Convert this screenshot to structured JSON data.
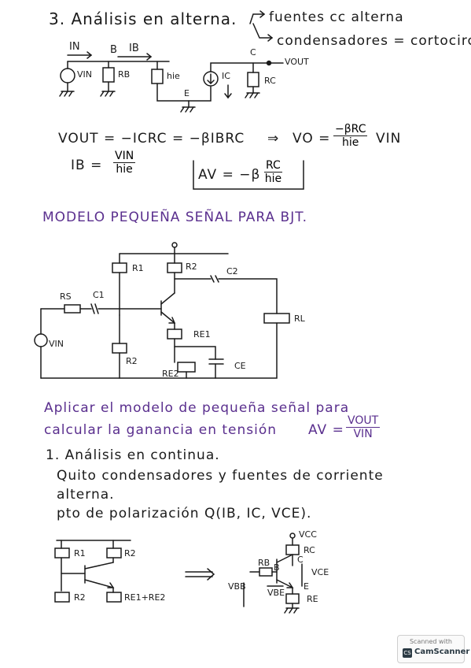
{
  "section3": {
    "title": "3. Análisis en alterna.",
    "note1": "fuentes cc alterna",
    "note2": "condensadores = cortocirc"
  },
  "circuit1": {
    "lbl_in": "IN",
    "lbl_b": "B",
    "lbl_ib": "IB",
    "lbl_vin": "VIN",
    "lbl_rb": "RB",
    "lbl_hie": "hie",
    "lbl_e": "E",
    "lbl_c": "C",
    "lbl_vout": "VOUT",
    "lbl_ic": "IC",
    "lbl_rc": "RC"
  },
  "eq": {
    "vout": "VOUT = −ICRC = −βIBRC",
    "arrow": "⇒",
    "vo": "VO =",
    "vo_num": "−βRC",
    "vo_den": "hie",
    "vo_vin": "VIN",
    "ib": "IB =",
    "ib_num": "VIN",
    "ib_den": "hie",
    "av": "AV = −β",
    "av_num": "RC",
    "av_den": "hie"
  },
  "model_title": "MODELO PEQUEÑA SEÑAL PARA BJT.",
  "circuit2": {
    "r1": "R1",
    "r2_top": "R2",
    "c2": "C2",
    "rs": "RS",
    "c1": "C1",
    "rl": "RL",
    "re1": "RE1",
    "vin": "VIN",
    "r2_bottom": "R2",
    "re2": "RE2",
    "ce": "CE"
  },
  "apply": {
    "line1": "Aplicar el modelo de pequeña señal para",
    "line2": "calcular la ganancia en tensión",
    "av": "AV =",
    "num": "VOUT",
    "den": "VIN"
  },
  "dc": {
    "title": "1. Análisis en continua.",
    "line1": "Quito condensadores y fuentes de corriente",
    "line2": "alterna.",
    "line3": "pto de polarización Q(IB, IC, VCE)."
  },
  "circuit3": {
    "r1": "R1",
    "r2": "R2",
    "r2b": "R2",
    "re": "RE1+RE2"
  },
  "circuit4": {
    "vcc": "VCC",
    "rc": "RC",
    "c": "C",
    "rb": "RB",
    "b": "B",
    "vce": "VCE",
    "vbb": "VBB",
    "vbe": "VBE",
    "e": "E",
    "re": "RE"
  },
  "badge": {
    "line1": "Scanned with",
    "brand": "CamScanner",
    "logo": "CS"
  }
}
